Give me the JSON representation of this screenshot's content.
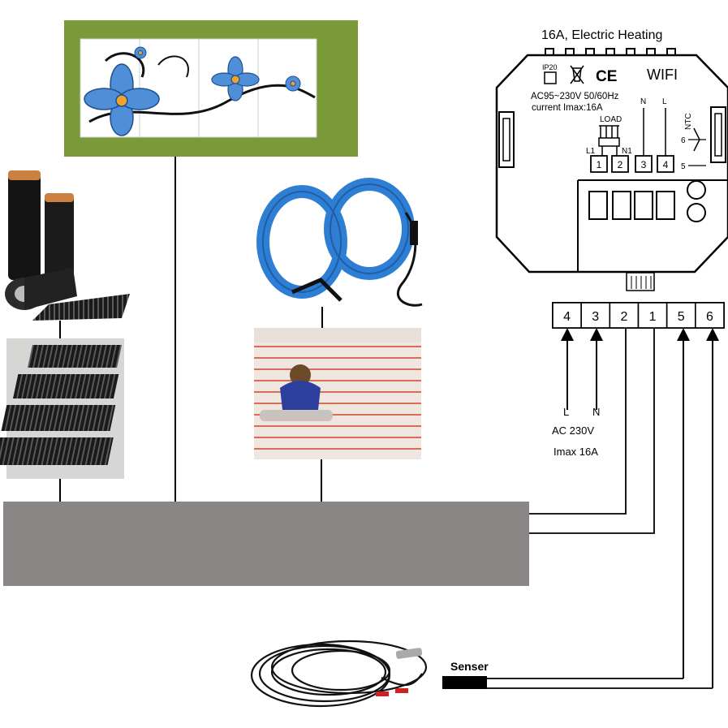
{
  "thermostat": {
    "title": "16A, Electric Heating",
    "ip_rating": "IP20",
    "ce_mark": "CE",
    "wifi_label": "WIFI",
    "voltage_spec": "AC95~230V 50/60Hz",
    "current_spec": "current Imax:16A",
    "load_label": "LOAD",
    "l1_label": "L1",
    "n1_label": "N1",
    "n_label": "N",
    "l_label": "L",
    "ntc_label": "NTC",
    "pin6_label": "6",
    "pin5_label": "5",
    "internal_terminals": [
      "1",
      "2",
      "3",
      "4"
    ],
    "icons": [
      "trash-bin-crossed-icon",
      "ce-mark-icon",
      "ip20-box-icon"
    ]
  },
  "terminal_block": {
    "labels": [
      "4",
      "3",
      "2",
      "1",
      "5",
      "6"
    ]
  },
  "supply": {
    "l_label": "L",
    "n_label": "N",
    "voltage": "AC 230V",
    "current": "Imax 16A"
  },
  "sensor": {
    "label": "Senser"
  },
  "images": {
    "heating_film": "heating-film-rolls",
    "film_installed": "installed-heating-film",
    "wall_panel": "flower-wall-heating-panel",
    "heating_cable": "blue-heating-cable-coils",
    "floor_install": "floor-cable-installation",
    "sensor_probe": "temperature-sensor-probe"
  },
  "colors": {
    "load_bar": "#8b8686",
    "panel_green": "#7a9a3a",
    "cable_blue": "#2e7fd4",
    "flower_blue": "#4f8fd8",
    "line": "#000000"
  }
}
